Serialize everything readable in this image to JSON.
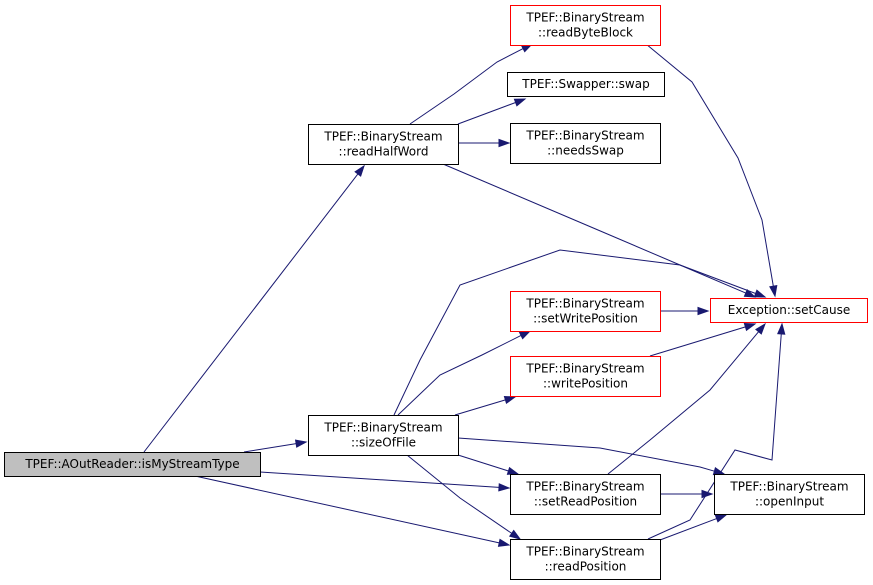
{
  "colors": {
    "edge": "#191970",
    "root_fill": "#bfbfbf",
    "root_border": "#000000",
    "node_fill": "#ffffff",
    "normal_border": "#000000",
    "highlight_border": "#ff0000"
  },
  "nodes": [
    {
      "id": "isMyStreamType",
      "lines": [
        "TPEF::AOutReader::isMyStreamType"
      ],
      "kind": "root"
    },
    {
      "id": "readHalfWord",
      "lines": [
        "TPEF::BinaryStream",
        "::readHalfWord"
      ],
      "kind": "normal"
    },
    {
      "id": "sizeOfFile",
      "lines": [
        "TPEF::BinaryStream",
        "::sizeOfFile"
      ],
      "kind": "normal"
    },
    {
      "id": "readByteBlock",
      "lines": [
        "TPEF::BinaryStream",
        "::readByteBlock"
      ],
      "kind": "highlight"
    },
    {
      "id": "swap",
      "lines": [
        "TPEF::Swapper::swap"
      ],
      "kind": "normal"
    },
    {
      "id": "needsSwap",
      "lines": [
        "TPEF::BinaryStream",
        "::needsSwap"
      ],
      "kind": "normal"
    },
    {
      "id": "setWritePosition",
      "lines": [
        "TPEF::BinaryStream",
        "::setWritePosition"
      ],
      "kind": "highlight"
    },
    {
      "id": "writePosition",
      "lines": [
        "TPEF::BinaryStream",
        "::writePosition"
      ],
      "kind": "highlight"
    },
    {
      "id": "setReadPosition",
      "lines": [
        "TPEF::BinaryStream",
        "::setReadPosition"
      ],
      "kind": "normal"
    },
    {
      "id": "readPosition",
      "lines": [
        "TPEF::BinaryStream",
        "::readPosition"
      ],
      "kind": "normal"
    },
    {
      "id": "setCause",
      "lines": [
        "Exception::setCause"
      ],
      "kind": "highlight"
    },
    {
      "id": "openInput",
      "lines": [
        "TPEF::BinaryStream",
        "::openInput"
      ],
      "kind": "normal"
    }
  ],
  "edges": [
    {
      "from": "isMyStreamType",
      "to": "readHalfWord"
    },
    {
      "from": "isMyStreamType",
      "to": "sizeOfFile"
    },
    {
      "from": "isMyStreamType",
      "to": "setReadPosition"
    },
    {
      "from": "isMyStreamType",
      "to": "readPosition"
    },
    {
      "from": "readHalfWord",
      "to": "readByteBlock"
    },
    {
      "from": "readHalfWord",
      "to": "swap"
    },
    {
      "from": "readHalfWord",
      "to": "needsSwap"
    },
    {
      "from": "readHalfWord",
      "to": "setCause"
    },
    {
      "from": "readByteBlock",
      "to": "setCause"
    },
    {
      "from": "sizeOfFile",
      "to": "setCause"
    },
    {
      "from": "sizeOfFile",
      "to": "setWritePosition"
    },
    {
      "from": "sizeOfFile",
      "to": "writePosition"
    },
    {
      "from": "sizeOfFile",
      "to": "openInput"
    },
    {
      "from": "sizeOfFile",
      "to": "setReadPosition"
    },
    {
      "from": "sizeOfFile",
      "to": "readPosition"
    },
    {
      "from": "setWritePosition",
      "to": "setCause"
    },
    {
      "from": "writePosition",
      "to": "setCause"
    },
    {
      "from": "setReadPosition",
      "to": "setCause"
    },
    {
      "from": "setReadPosition",
      "to": "openInput"
    },
    {
      "from": "readPosition",
      "to": "setCause"
    },
    {
      "from": "readPosition",
      "to": "openInput"
    }
  ]
}
